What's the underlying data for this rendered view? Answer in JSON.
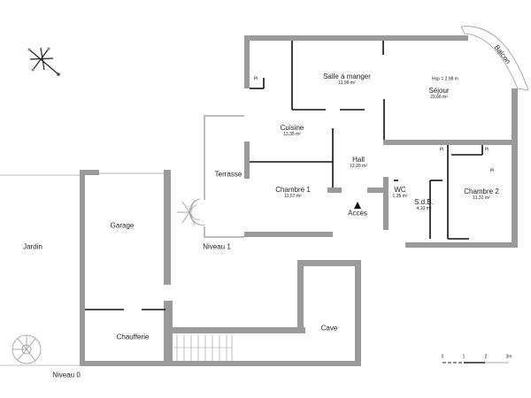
{
  "plan": {
    "levels": [
      {
        "label": "Niveau 1"
      },
      {
        "label": "Niveau 0"
      }
    ],
    "rooms": [
      {
        "id": "salle",
        "name": "Salle à manger",
        "area": "11,96 m²"
      },
      {
        "id": "sejour",
        "name": "Séjour",
        "area": "22,66 m²",
        "note": "Hsp = 2,98 m"
      },
      {
        "id": "cuisine",
        "name": "Cuisine",
        "area": "13,35 m²"
      },
      {
        "id": "hall",
        "name": "Hall",
        "area": "12,20 m²"
      },
      {
        "id": "chambre1",
        "name": "Chambre 1",
        "area": "11,57 m²"
      },
      {
        "id": "wc",
        "name": "WC",
        "area": "1,35 m²"
      },
      {
        "id": "sdb",
        "name": "S.d.B.",
        "area": "4,10 m²"
      },
      {
        "id": "chambre2",
        "name": "Chambre 2",
        "area": "11,31 m²"
      },
      {
        "id": "balcon",
        "name": "Balcon"
      },
      {
        "id": "terrasse",
        "name": "Terrasse"
      },
      {
        "id": "garage",
        "name": "Garage"
      },
      {
        "id": "jardin",
        "name": "Jardin"
      },
      {
        "id": "chaufferie",
        "name": "Chaufferie"
      },
      {
        "id": "cave",
        "name": "Cave"
      }
    ],
    "closet_label": "Pl",
    "entrance_label": "Accès",
    "scale": {
      "ticks": [
        "0",
        "1",
        "2",
        "3m"
      ]
    },
    "colors": {
      "wall": "#9a9a9a",
      "partition": "#111111",
      "line": "#bbbbbb"
    }
  }
}
